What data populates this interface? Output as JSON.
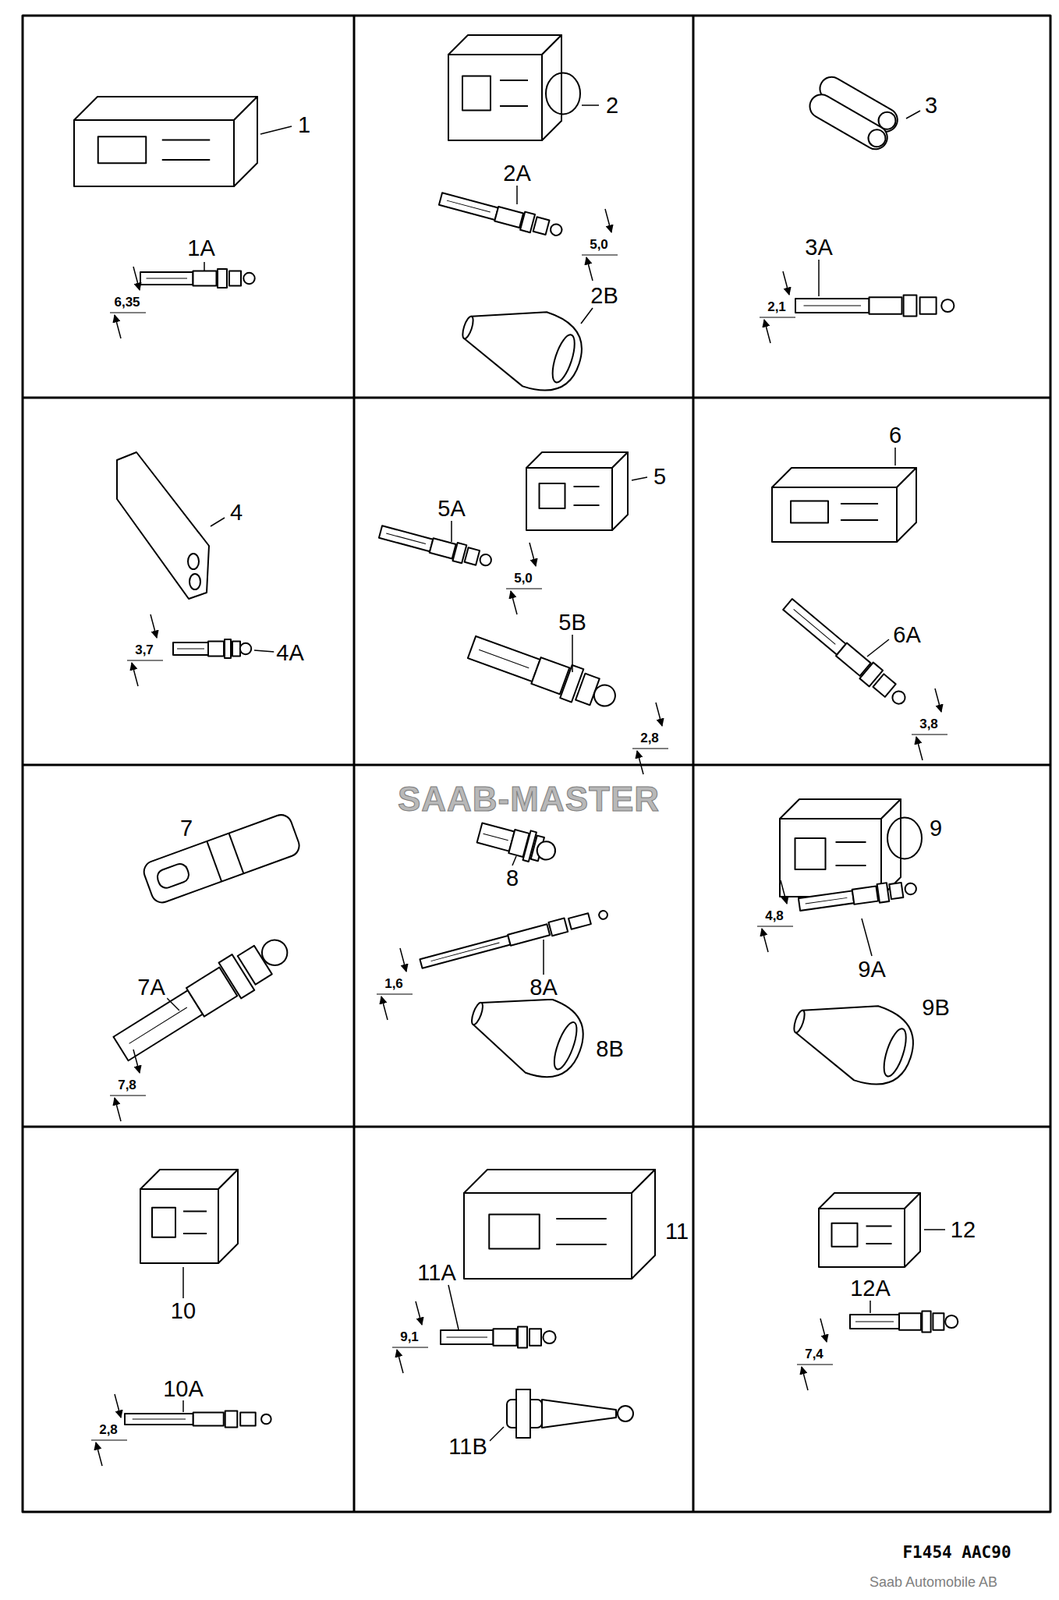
{
  "diagram": {
    "labels": [
      "1",
      "1A",
      "6,35",
      "2",
      "2A",
      "5,0",
      "2B",
      "3",
      "3A",
      "2,1",
      "4",
      "4A",
      "3,7",
      "5",
      "5A",
      "5,0",
      "5B",
      "2,8",
      "6",
      "6A",
      "3,8",
      "7",
      "7A",
      "7,8",
      "SAAB-MASTER",
      "8",
      "8A",
      "1,6",
      "8B",
      "9",
      "9A",
      "4,8",
      "9B",
      "10",
      "10A",
      "2,8",
      "11",
      "11A",
      "9,1",
      "11B",
      "12",
      "12A",
      "7,4",
      "F1454  AAC90",
      "Saab Automobile AB"
    ]
  }
}
